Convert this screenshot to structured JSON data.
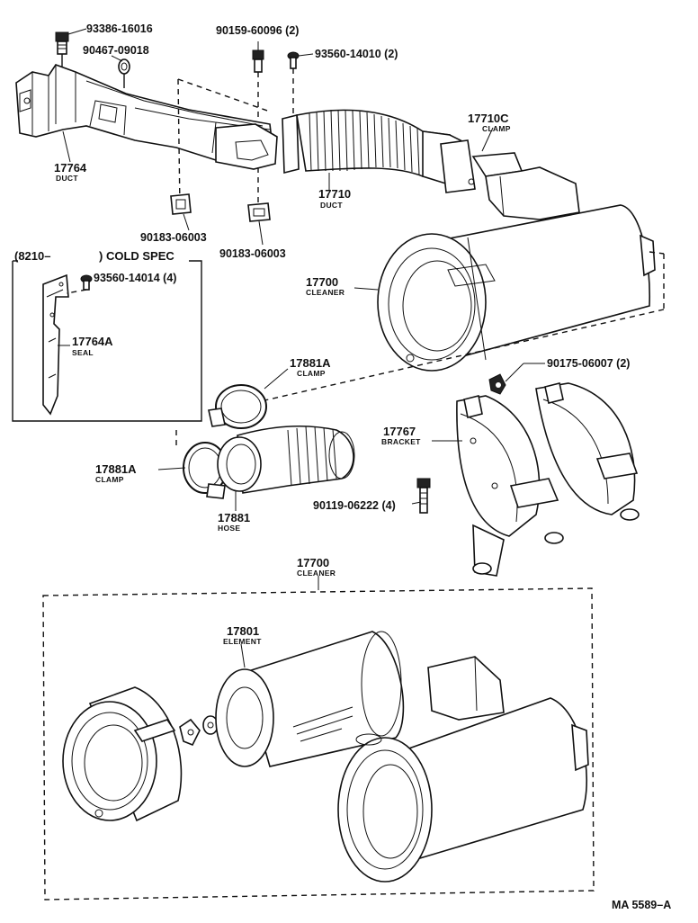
{
  "labels": {
    "p93386": "93386-16016",
    "p90467": "90467-09018",
    "p90159": "90159-60096 (2)",
    "p93560a": "93560-14010 (2)",
    "p17710c": "17710C",
    "p17710c_name": "CLAMP",
    "p17764": "17764",
    "p17764_name": "DUCT",
    "p17710": "17710",
    "p17710_name": "DUCT",
    "p90183a": "90183-06003",
    "p90183b": "90183-06003",
    "cold_a": "(8210–",
    "cold_b": ") COLD SPEC",
    "p93560b": "93560-14014 (4)",
    "p17764a": "17764A",
    "p17764a_name": "SEAL",
    "p17700a": "17700",
    "p17700a_name": "CLEANER",
    "p17881a1": "17881A",
    "p17881a1_name": "CLAMP",
    "p90175": "90175-06007 (2)",
    "p17767": "17767",
    "p17767_name": "BRACKET",
    "p17881a2": "17881A",
    "p17881a2_name": "CLAMP",
    "p90119": "90119-06222 (4)",
    "p17881": "17881",
    "p17881_name": "HOSE",
    "p17700b": "17700",
    "p17700b_name": "CLEANER",
    "p17801": "17801",
    "p17801_name": "ELEMENT",
    "code": "MA 5589–A"
  }
}
